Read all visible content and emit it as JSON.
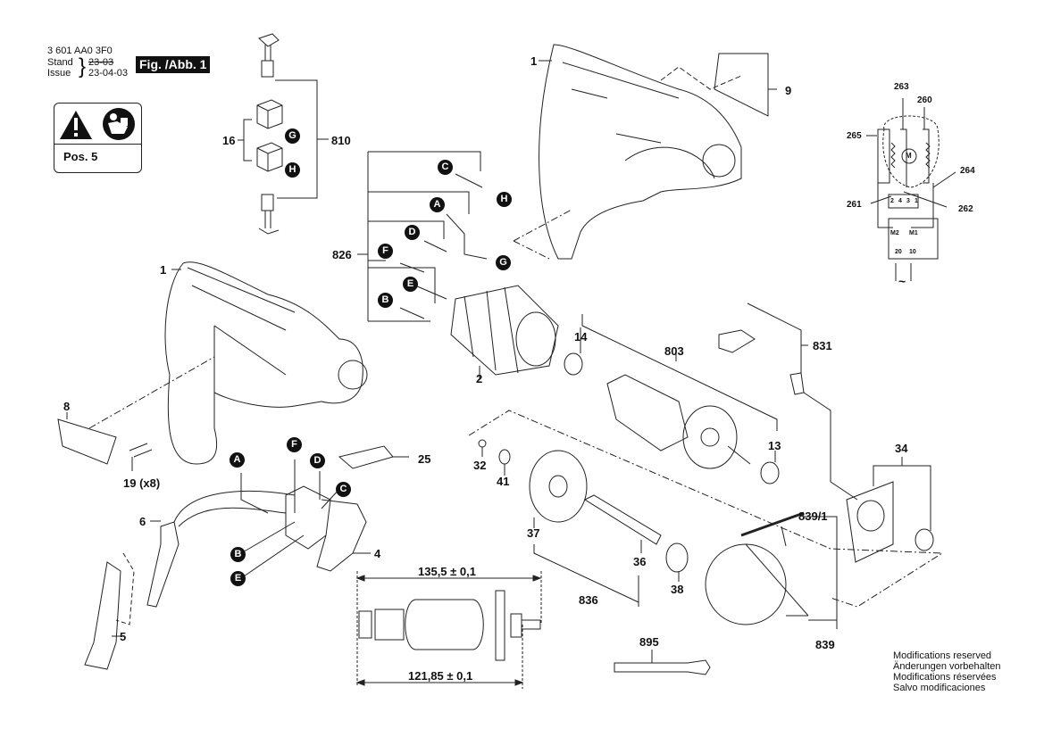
{
  "header": {
    "part_number": "3 601 AA0 3F0",
    "stand_label": "Stand",
    "issue_label": "Issue",
    "stand_date_struck": "23-03",
    "issue_date": "23-04-03",
    "figure_label": "Fig. /Abb. 1"
  },
  "warning_box": {
    "icons": [
      "warning-triangle-icon",
      "read-manual-icon"
    ],
    "position_label": "Pos. 5"
  },
  "connector_letters": [
    "A",
    "B",
    "C",
    "D",
    "E",
    "F",
    "G",
    "H"
  ],
  "part_labels": {
    "p1_top": "1",
    "p1_left": "1",
    "p2": "2",
    "p4": "4",
    "p5": "5",
    "p6": "6",
    "p8": "8",
    "p9": "9",
    "p13": "13",
    "p14": "14",
    "p16": "16",
    "p19": "19 (x8)",
    "p25": "25",
    "p32": "32",
    "p34": "34",
    "p36": "36",
    "p37": "37",
    "p38": "38",
    "p41": "41",
    "p803": "803",
    "p810": "810",
    "p826": "826",
    "p831": "831",
    "p836": "836",
    "p839": "839",
    "p839_1": "839/1",
    "p895": "895"
  },
  "wiring_diagram": {
    "labels": {
      "w260": "260",
      "w261": "261",
      "w262": "262",
      "w263": "263",
      "w264": "264",
      "w265": "265"
    },
    "terminal_numbers": [
      "2",
      "4",
      "3",
      "1"
    ],
    "motor_label": "M",
    "switch_terminals": [
      "M2",
      "M1",
      "20",
      "10"
    ],
    "ac_symbol": "~"
  },
  "armature_dimensions": {
    "overall_length": "135,5 ± 0,1",
    "bearing_span": "121,85 ± 0,1"
  },
  "notes": [
    "Modifications reserved",
    "Änderungen vorbehalten",
    "Modifications réservées",
    "Salvo modificaciones"
  ]
}
